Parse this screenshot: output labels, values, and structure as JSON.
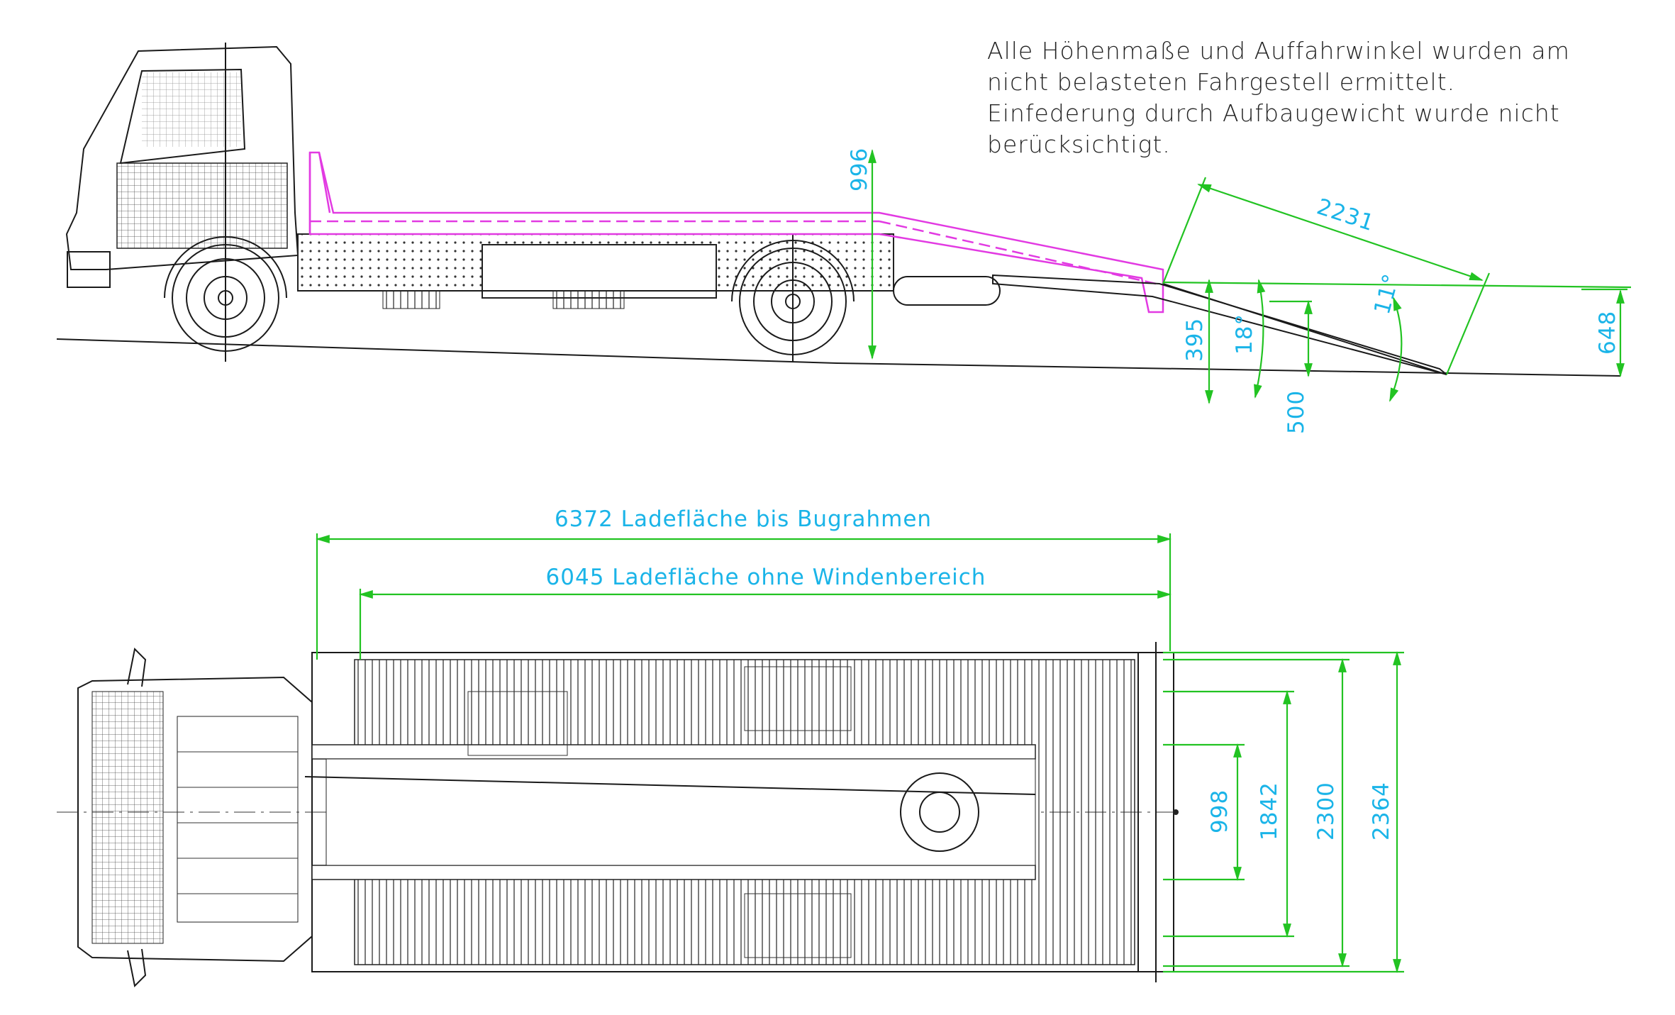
{
  "note": {
    "lines": [
      "Alle Höhenmaße und Auffahrwinkel wurden am",
      "nicht belasteten Fahrgestell ermittelt.",
      "Einfederung durch Aufbaugewicht wurde nicht",
      "berücksichtigt."
    ]
  },
  "side_view": {
    "dim_996": "996",
    "dim_2231": "2231",
    "dim_395": "395",
    "dim_18deg": "18°",
    "dim_500": "500",
    "dim_11deg": "11°",
    "dim_648": "648"
  },
  "top_view": {
    "dim_6372": "6372 Ladefläche bis Bugrahmen",
    "dim_6045": "6045 Ladefläche ohne Windenbereich",
    "dim_998": "998",
    "dim_1842": "1842",
    "dim_2300": "2300",
    "dim_2364": "2364"
  },
  "colors": {
    "dimension_line": "#22c322",
    "dimension_text": "#1ab4e8",
    "body_outline": "#e23ae2",
    "drawing": "#1a1a1a"
  }
}
